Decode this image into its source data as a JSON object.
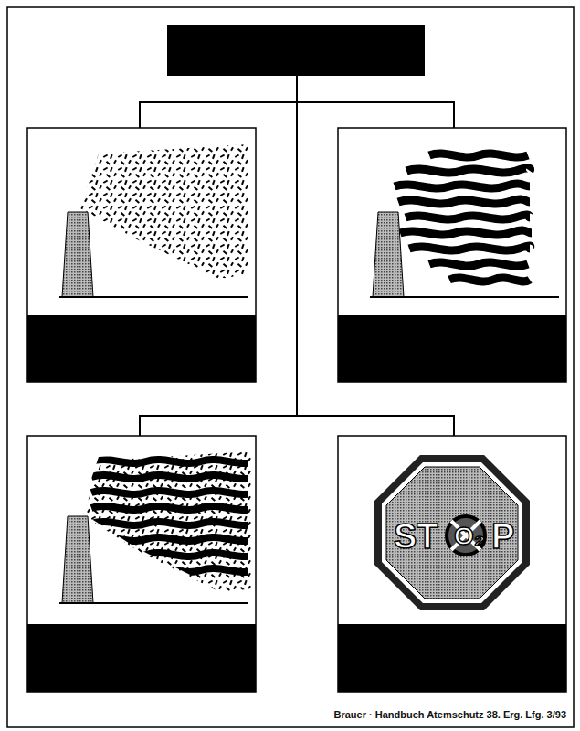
{
  "diagram": {
    "caption": "Brauer · Handbuch Atemschutz 38. Erg. Lfg. 3/93",
    "labels": [
      "ST",
      "O₂",
      "P"
    ]
  }
}
